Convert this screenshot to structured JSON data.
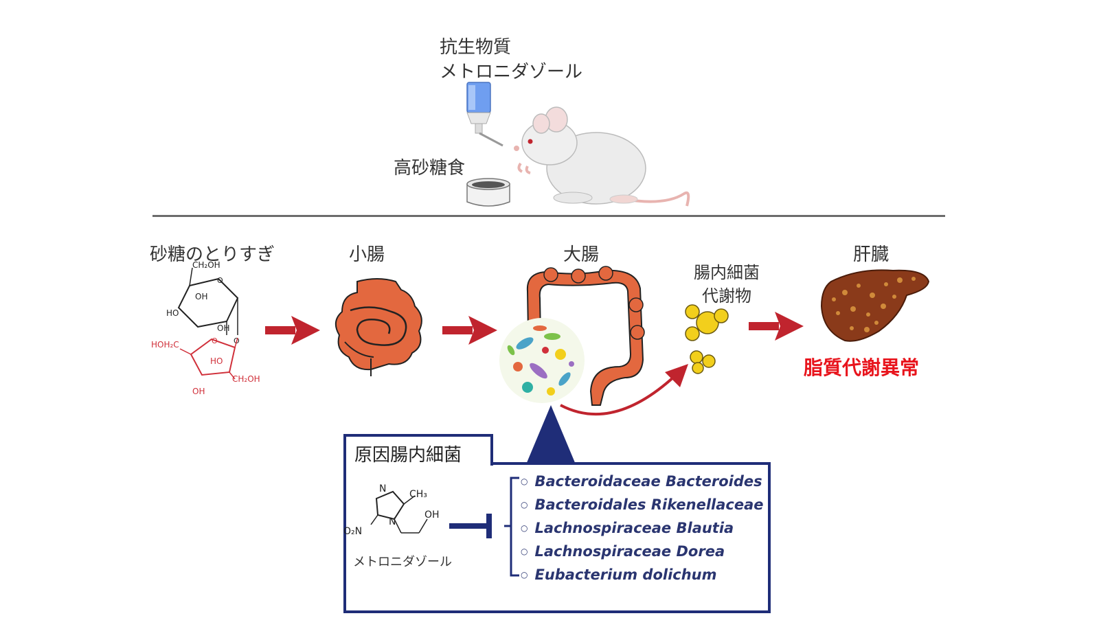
{
  "top": {
    "antibiotic_line1": "抗生物質",
    "antibiotic_line2": "メトロニダゾール",
    "diet_label": "高砂糖食"
  },
  "flow": {
    "sugar_label": "砂糖のとりすぎ",
    "small_intestine_label": "小腸",
    "large_intestine_label": "大腸",
    "metabolite_line1": "腸内細菌",
    "metabolite_line2": "代謝物",
    "liver_label": "肝臓",
    "outcome_label": "脂質代謝異常"
  },
  "sucrose": {
    "glucose_groups": [
      "CH₂OH",
      "OH",
      "HO",
      "OH"
    ],
    "fructose_groups": [
      "HOH₂C",
      "HO",
      "CH₂OH",
      "OH"
    ]
  },
  "box": {
    "tab_label": "原因腸内細菌",
    "drug_label": "メトロニダゾール",
    "drug_groups": [
      "N",
      "CH₃",
      "OH",
      "O₂N",
      "N"
    ],
    "bacteria": [
      "Bacteroidaceae Bacteroides",
      "Bacteroidales Rikenellaceae",
      "Lachnospiraceae Blautia",
      "Lachnospiraceae Dorea",
      "Eubacterium dolichum"
    ]
  },
  "colors": {
    "arrow_red": "#c0242e",
    "box_navy": "#1f2d78",
    "intestine": "#e3683f",
    "liver": "#8a3a1a",
    "metabolite": "#f2cf1c",
    "outcome_red": "#e8141c"
  }
}
